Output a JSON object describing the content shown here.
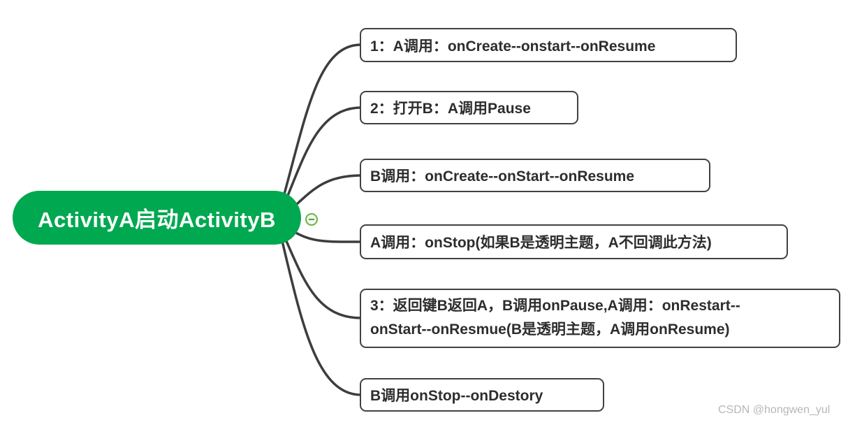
{
  "root": {
    "label": "ActivityA启动ActivityB"
  },
  "collapse_icon": {
    "glyph": "minus-in-circle",
    "state": "expanded"
  },
  "nodes": [
    {
      "label": "1：A调用：onCreate--onstart--onResume"
    },
    {
      "label": "2：打开B：A调用Pause"
    },
    {
      "label": "B调用：onCreate--onStart--onResume"
    },
    {
      "label": "A调用：onStop(如果B是透明主题，A不回调此方法)"
    },
    {
      "label": "3：返回键B返回A，B调用onPause,A调用：onRestart--onStart--onResmue(B是透明主题，A调用onResume)",
      "lines": [
        "3：返回键B返回A，B调用onPause,A调用：onRestart--",
        "onStart--onResmue(B是透明主题，A调用onResume)"
      ]
    },
    {
      "label": "B调用onStop--onDestory"
    }
  ],
  "watermark": "CSDN @hongwen_yul",
  "colors": {
    "root_fill": "#00a850",
    "root_text": "#ffffff",
    "node_border": "#414141",
    "node_text": "#2d2d2d",
    "connector": "#3d3d3d",
    "collapse_ring": "#67b346",
    "collapse_fill": "#f2f9ee",
    "watermark_text": "#b7b7b7",
    "background": "#ffffff"
  }
}
